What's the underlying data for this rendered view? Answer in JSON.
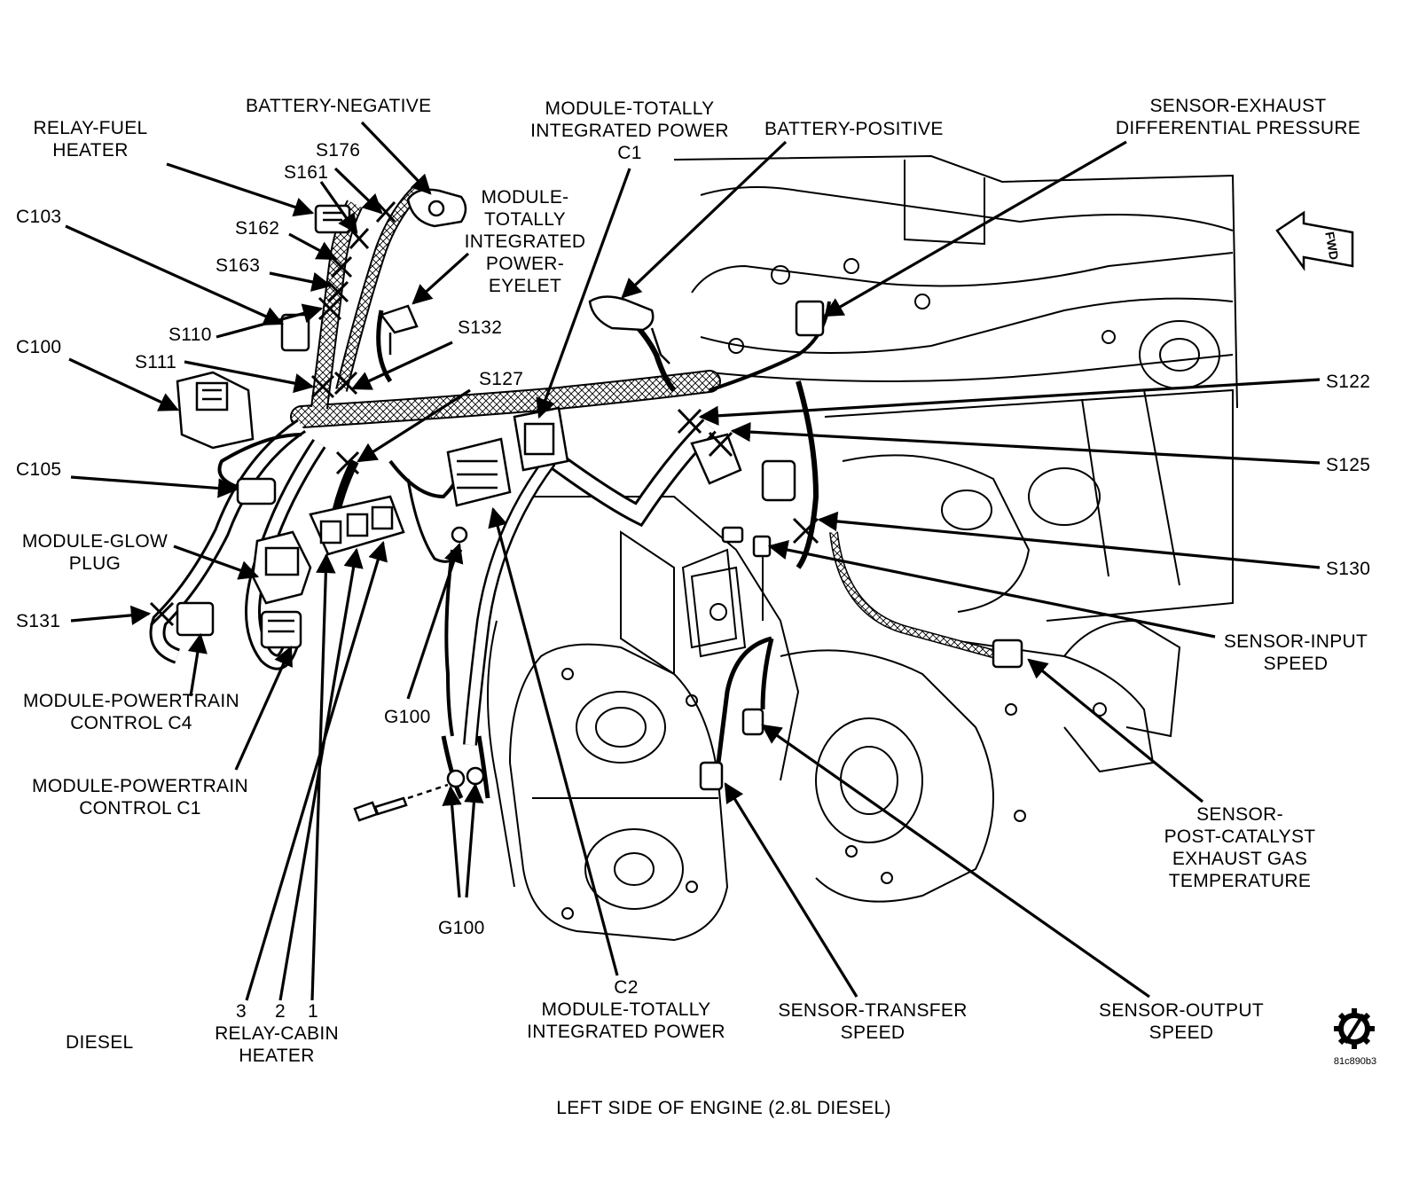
{
  "diagram": {
    "caption": "LEFT SIDE OF ENGINE (2.8L DIESEL)",
    "variant": "DIESEL",
    "figure_code": "81c890b3",
    "direction_marker": "FWD",
    "labels": {
      "relay_fuel_heater": [
        "RELAY-FUEL",
        "HEATER"
      ],
      "battery_negative": [
        "BATTERY-NEGATIVE"
      ],
      "s176": [
        "S176"
      ],
      "s161": [
        "S161"
      ],
      "s162": [
        "S162"
      ],
      "s163": [
        "S163"
      ],
      "c103": [
        "C103"
      ],
      "s110": [
        "S110"
      ],
      "s111": [
        "S111"
      ],
      "c100": [
        "C100"
      ],
      "c105": [
        "C105"
      ],
      "module_glow_plug": [
        "MODULE-GLOW",
        "PLUG"
      ],
      "s131": [
        "S131"
      ],
      "module_pcm_c4": [
        "MODULE-POWERTRAIN",
        "CONTROL C4"
      ],
      "module_pcm_c1": [
        "MODULE-POWERTRAIN",
        "CONTROL C1"
      ],
      "relay_cabin_heater": [
        "RELAY-CABIN",
        "HEATER"
      ],
      "pin_3": "3",
      "pin_2": "2",
      "pin_1": "1",
      "module_tipm_eyelet": [
        "MODULE-",
        "TOTALLY",
        "INTEGRATED",
        "POWER-",
        "EYELET"
      ],
      "s132": [
        "S132"
      ],
      "s127": [
        "S127"
      ],
      "g100_upper": [
        "G100"
      ],
      "g100_lower": [
        "G100"
      ],
      "module_tipm_c1": [
        "MODULE-TOTALLY",
        "INTEGRATED POWER",
        "C1"
      ],
      "battery_positive": [
        "BATTERY-POSITIVE"
      ],
      "sensor_exhaust_diff": [
        "SENSOR-EXHAUST",
        "DIFFERENTIAL PRESSURE"
      ],
      "s122": [
        "S122"
      ],
      "s125": [
        "S125"
      ],
      "s130": [
        "S130"
      ],
      "sensor_input_speed": [
        "SENSOR-INPUT",
        "SPEED"
      ],
      "sensor_post_catalyst": [
        "SENSOR-",
        "POST-CATALYST",
        "EXHAUST GAS",
        "TEMPERATURE"
      ],
      "module_tipm_c2": [
        "C2",
        "MODULE-TOTALLY",
        "INTEGRATED POWER"
      ],
      "sensor_transfer_speed": [
        "SENSOR-TRANSFER",
        "SPEED"
      ],
      "sensor_output_speed": [
        "SENSOR-OUTPUT",
        "SPEED"
      ]
    }
  }
}
